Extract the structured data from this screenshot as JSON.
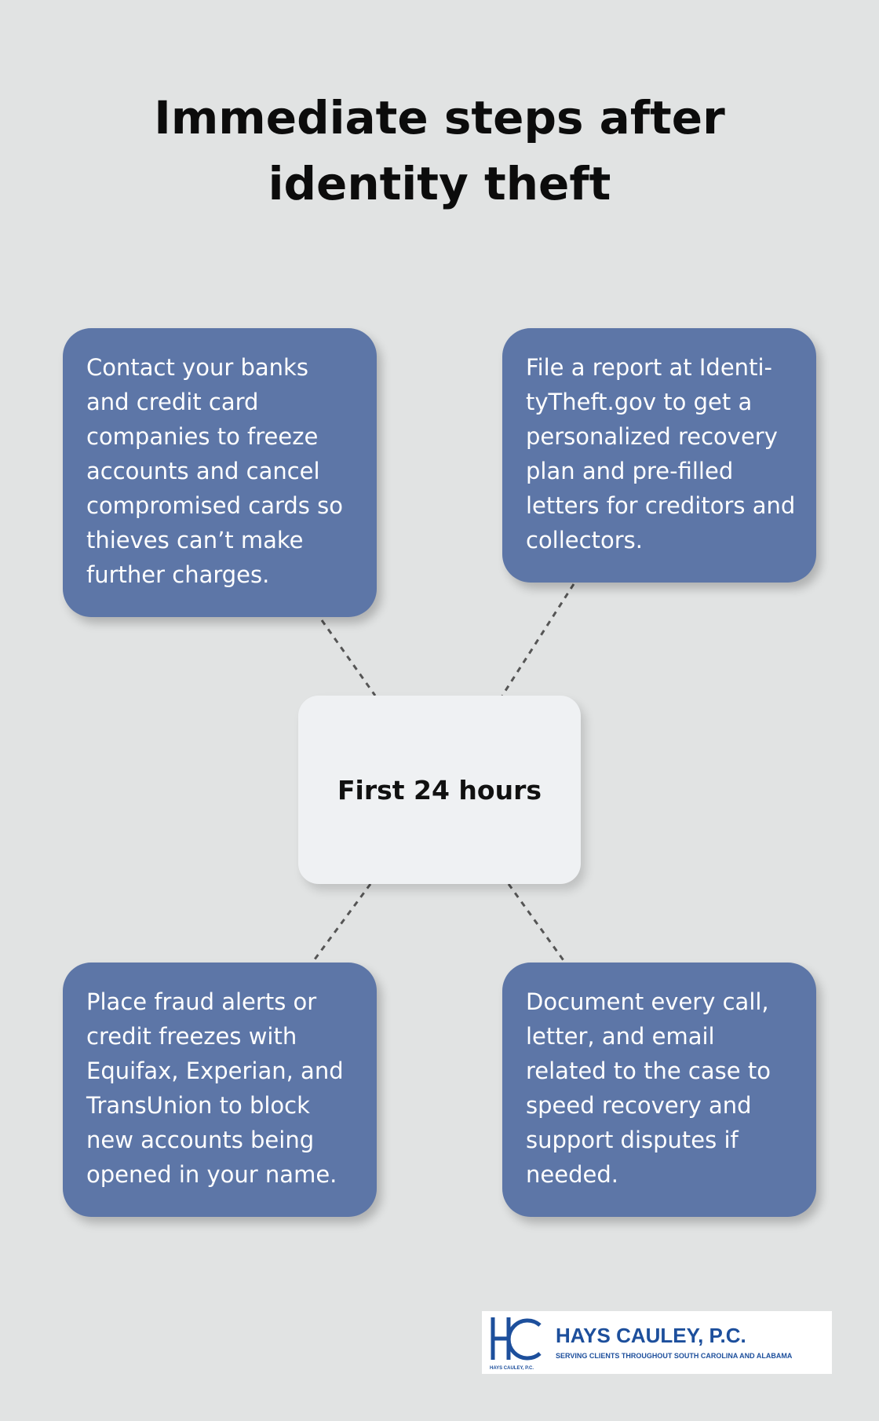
{
  "title": "Immediate steps after identity theft",
  "center": {
    "label": "First 24 hours"
  },
  "steps": [
    {
      "text": "Contact your banks and credit card companies to freeze accounts and cancel compromised cards so thieves can’t make further charges."
    },
    {
      "text": "File a report at Identi- tyTheft.gov to get a personalized recovery plan and pre-filled letters for creditors and collectors."
    },
    {
      "text": "Place fraud alerts or credit freezes with Equifax, Experian, and TransUnion to block new accounts being opened in your name."
    },
    {
      "text": "Document every call, letter, and email related to the case to speed recovery and support disputes if needed."
    }
  ],
  "logo": {
    "name": "HAYS CAULEY, P.C.",
    "tagline": "SERVING CLIENTS THROUGHOUT SOUTH CAROLINA AND ALABAMA",
    "small_text": "HAYS CAULEY, P.C."
  },
  "colors": {
    "background": "#e1e3e3",
    "card": "#5d76a7",
    "center_box": "#eff1f3",
    "connector": "#555555",
    "logo_blue": "#1d4f9c"
  }
}
